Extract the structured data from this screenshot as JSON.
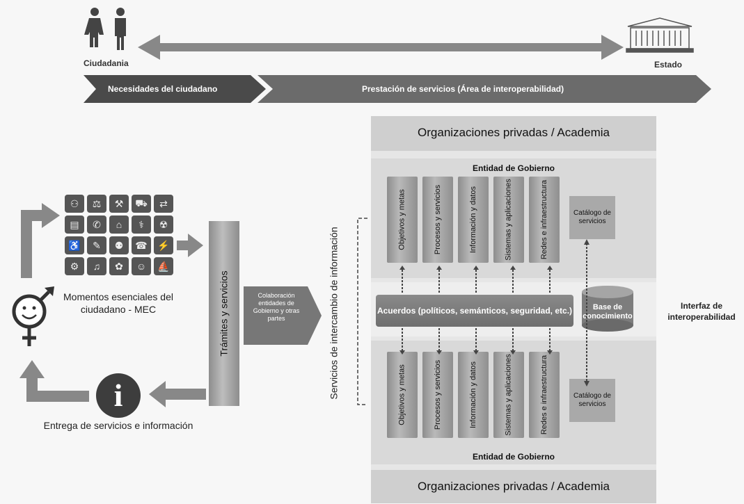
{
  "top": {
    "ciudadania": "Ciudadania",
    "estado": "Estado",
    "band_left": "Necesidades del ciudadano",
    "band_right": "Prestación de servicios (Área de interoperabilidad)"
  },
  "right_panel": {
    "org_top": "Organizaciones privadas / Academia",
    "org_bottom": "Organizaciones privadas / Academia",
    "entidad_top": "Entidad de Gobierno",
    "entidad_bottom": "Entidad de Gobierno",
    "columns": [
      "Objetivos y metas",
      "Procesos y servicios",
      "Información y datos",
      "Sistemas y aplicaciones",
      "Redes e infraestructura"
    ],
    "catalogo": "Catálogo de servicios",
    "acuerdos": "Acuerdos (políticos, semánticos, seguridad, etc.)",
    "base": "Base de conocimiento",
    "interfaz": "Interfaz de interoperabilidad"
  },
  "middle": {
    "servicios_intercambio": "Servicios de intercambio de información",
    "colaboracion": "Colaboración entidades de Gobierno y otras partes",
    "tramites": "Trámites y servicios"
  },
  "left": {
    "mec_caption": "Momentos esenciales del ciudadano - MEC",
    "entrega_caption": "Entrega de servicios e información",
    "info_symbol": "i",
    "icon_glyphs": [
      "⚇",
      "⚖",
      "⚒",
      "⛟",
      "⇄",
      "▤",
      "✆",
      "⌂",
      "⚕",
      "☢",
      "♿",
      "✎",
      "⚉",
      "☎",
      "⚡",
      "⚙",
      "♫",
      "✿",
      "☺",
      "⛵"
    ]
  },
  "colors": {
    "dark_band": "#555555",
    "light_band": "#7a7a7a",
    "panel": "#e3e3e3",
    "column": "#a0a0a0"
  }
}
